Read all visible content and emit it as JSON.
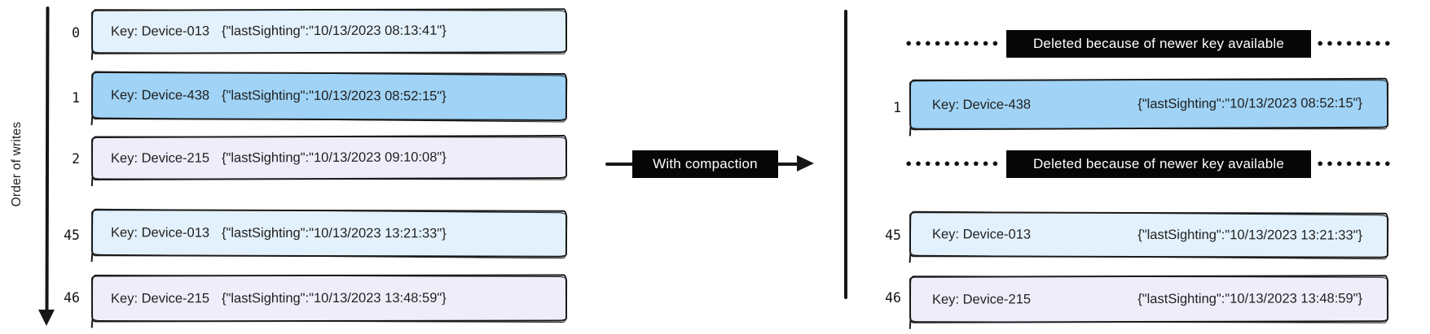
{
  "axis": {
    "label": "Order of writes"
  },
  "transform_arrow": {
    "label": "With compaction"
  },
  "colors": {
    "record_light_blue": "#e3f1fc",
    "record_blue": "#a0d3f5",
    "record_lavender": "#f0edfa",
    "label_background": "#060606",
    "label_text": "#ffffff",
    "ink": "#161616"
  },
  "left_log": {
    "rows": [
      {
        "offset": "0",
        "key": "Key: Device-013",
        "value": "{\"lastSighting\":\"10/13/2023 08:13:41\"}"
      },
      {
        "offset": "1",
        "key": "Key: Device-438",
        "value": "{\"lastSighting\":\"10/13/2023 08:52:15\"}"
      },
      {
        "offset": "2",
        "key": "Key: Device-215",
        "value": "{\"lastSighting\":\"10/13/2023 09:10:08\"}"
      },
      {
        "offset": "45",
        "key": "Key: Device-013",
        "value": "{\"lastSighting\":\"10/13/2023 13:21:33\"}"
      },
      {
        "offset": "46",
        "key": "Key: Device-215",
        "value": "{\"lastSighting\":\"10/13/2023 13:48:59\"}"
      }
    ]
  },
  "right_log": {
    "deleted_rows": [
      {
        "label": "Deleted because of newer key available"
      },
      {
        "label": "Deleted because of newer key available"
      }
    ],
    "rows": [
      {
        "offset": "1",
        "key": "Key: Device-438",
        "value": "{\"lastSighting\":\"10/13/2023 08:52:15\"}"
      },
      {
        "offset": "45",
        "key": "Key: Device-013",
        "value": "{\"lastSighting\":\"10/13/2023 13:21:33\"}"
      },
      {
        "offset": "46",
        "key": "Key: Device-215",
        "value": "{\"lastSighting\":\"10/13/2023 13:48:59\"}"
      }
    ]
  }
}
